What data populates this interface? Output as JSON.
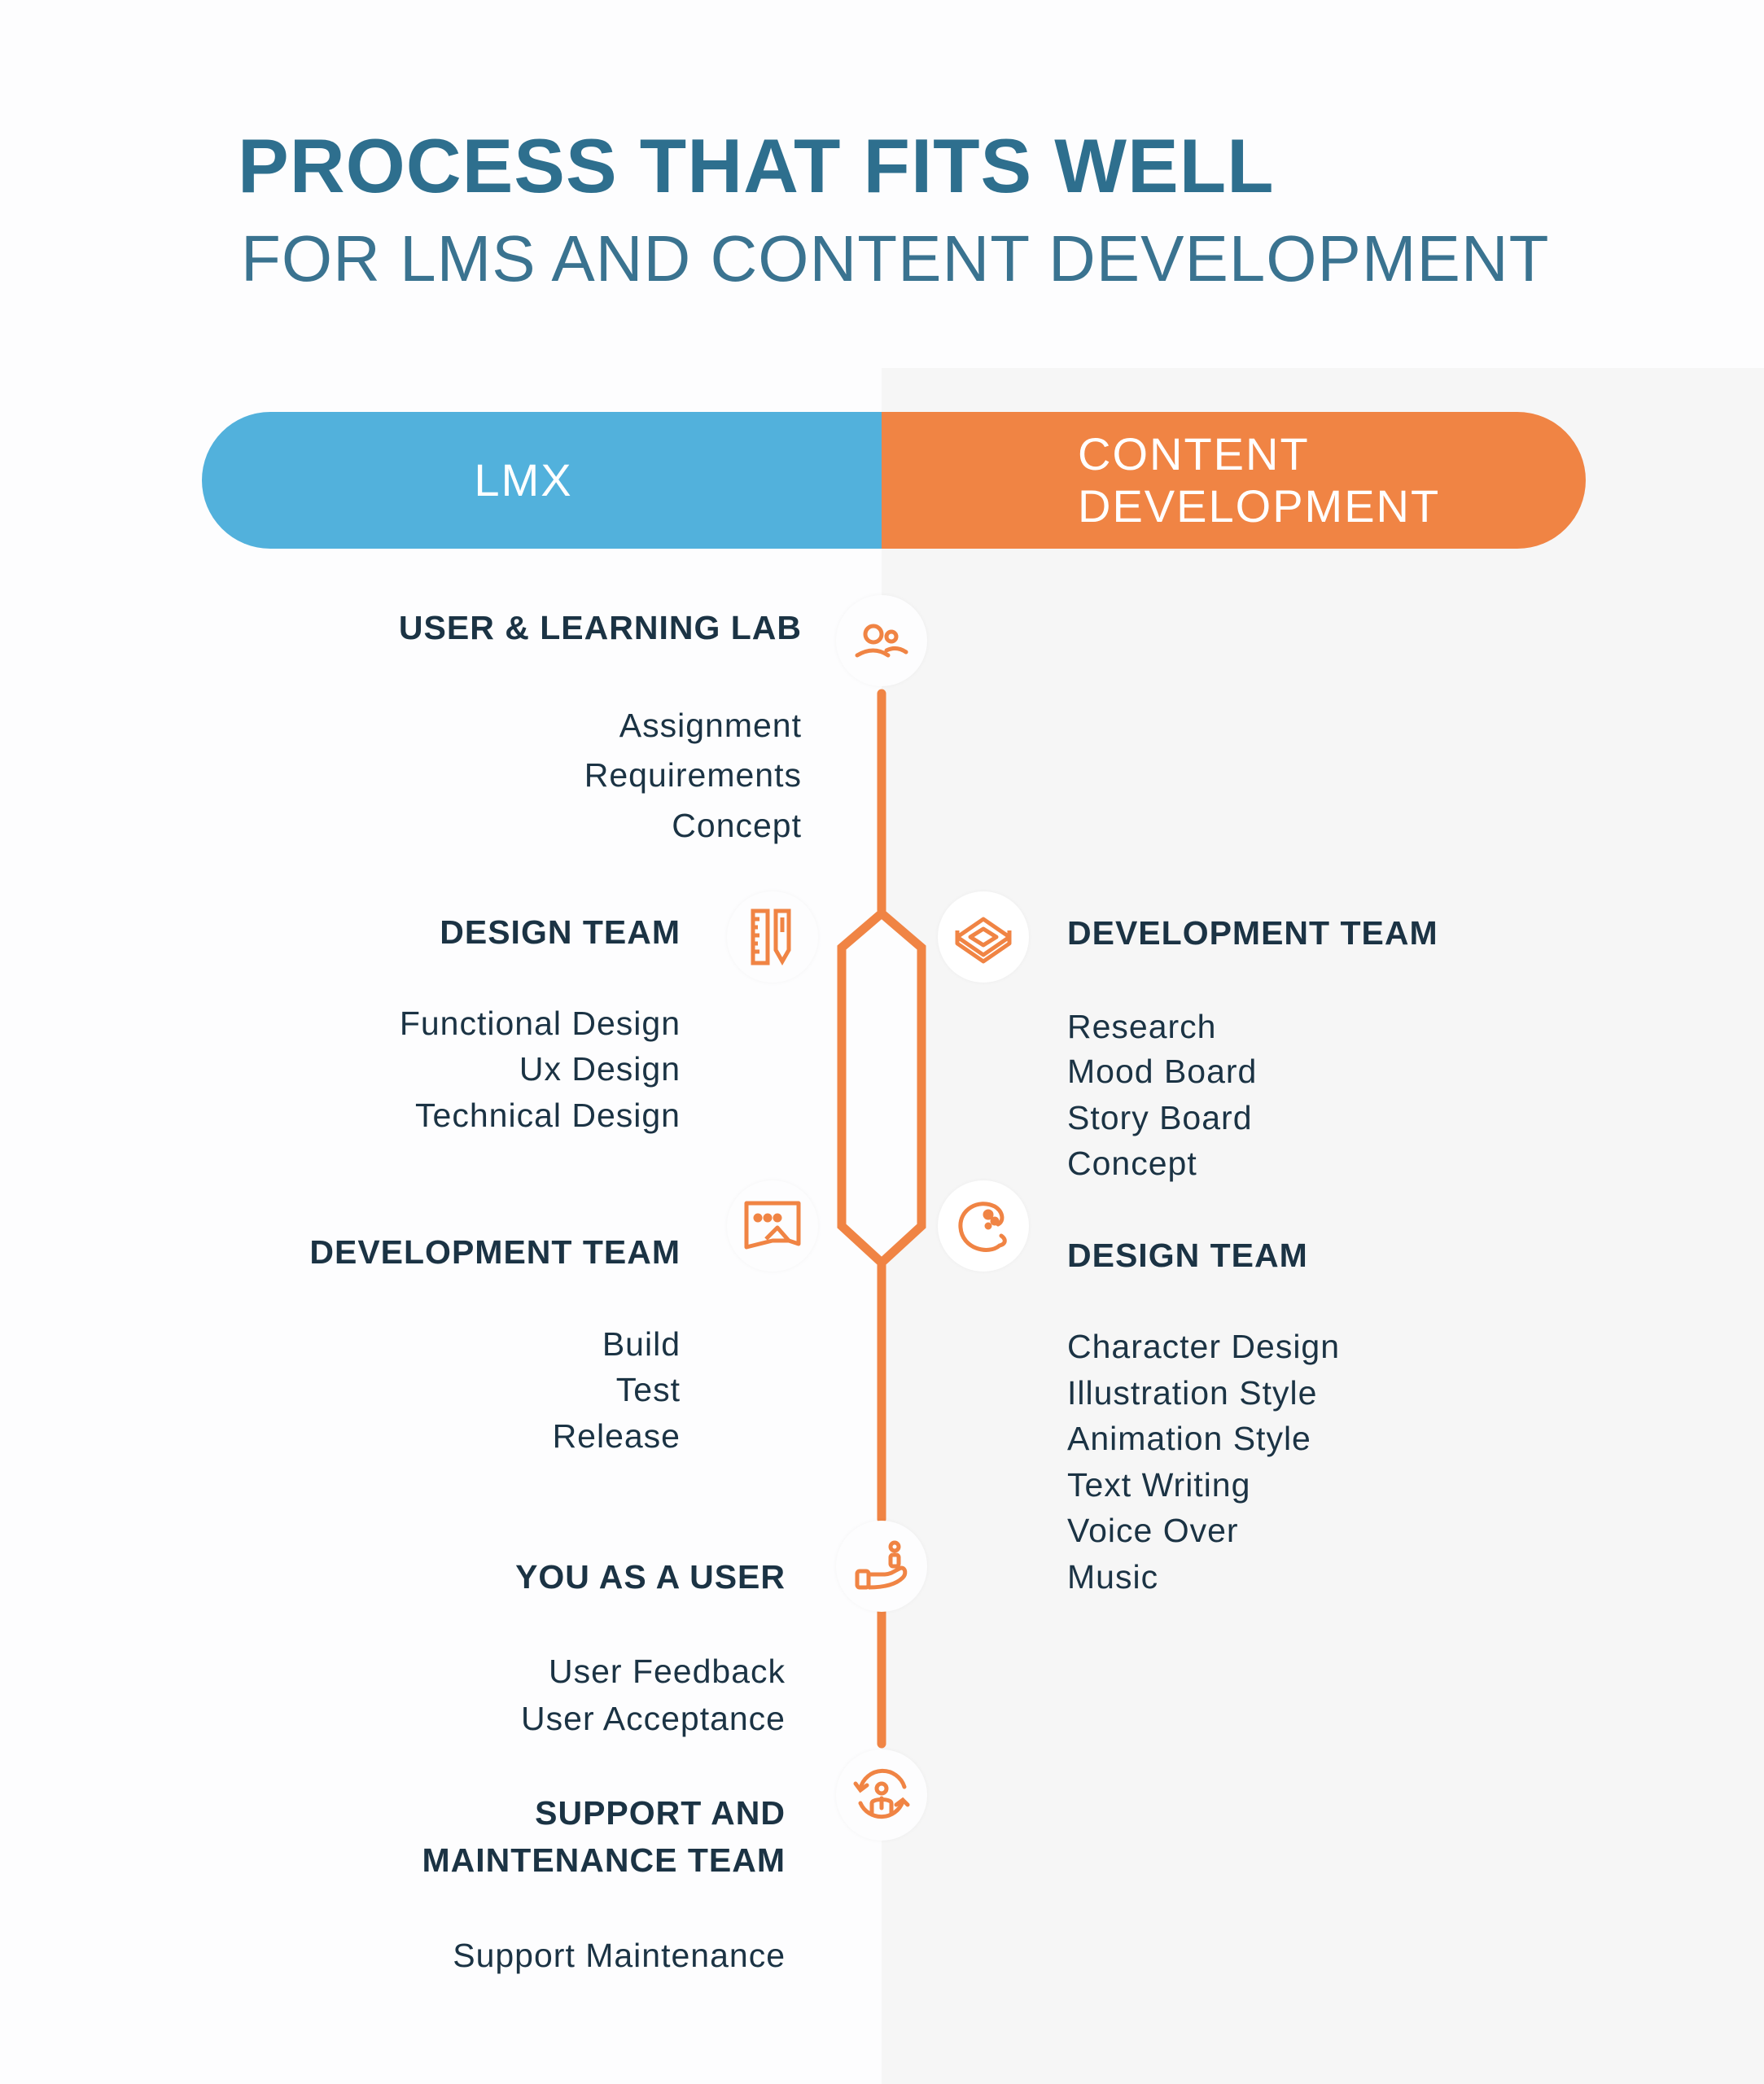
{
  "header": {
    "title": "PROCESS THAT FITS WELL",
    "subtitle": "FOR LMS AND CONTENT DEVELOPMENT"
  },
  "columns": {
    "left_label": "LMX",
    "right_label_line1": "CONTENT",
    "right_label_line2": "DEVELOPMENT"
  },
  "colors": {
    "blue": "#52b1dc",
    "orange": "#f08444",
    "title": "#2e6f8e",
    "text": "#1b3344"
  },
  "left": {
    "user_lab": {
      "title": "USER & LEARNING LAB",
      "icon": "users-icon",
      "items": [
        "Assignment",
        "Requirements",
        "Concept"
      ]
    },
    "design_team": {
      "title": "DESIGN TEAM",
      "icon": "ruler-pencil-icon",
      "items": [
        "Functional Design",
        "Ux Design",
        "Technical Design"
      ]
    },
    "development_team": {
      "title": "DEVELOPMENT TEAM",
      "icon": "image-chat-icon",
      "items": [
        "Build",
        "Test",
        "Release"
      ]
    },
    "you_as_user": {
      "title": "YOU AS A USER",
      "icon": "hand-user-icon",
      "items": [
        "User Feedback",
        "User Acceptance"
      ]
    },
    "support": {
      "title_line1": "SUPPORT AND",
      "title_line2": "MAINTENANCE TEAM",
      "icon": "support-cycle-icon",
      "items": [
        "Support Maintenance"
      ]
    }
  },
  "right": {
    "development_team": {
      "title": "DEVELOPMENT TEAM",
      "icon": "cube-icon",
      "items": [
        "Research",
        "Mood Board",
        "Story Board",
        "Concept"
      ]
    },
    "design_team": {
      "title": "DESIGN TEAM",
      "icon": "palette-icon",
      "items": [
        "Character Design",
        "Illustration Style",
        "Animation Style",
        "Text Writing",
        "Voice Over",
        "Music"
      ]
    }
  }
}
